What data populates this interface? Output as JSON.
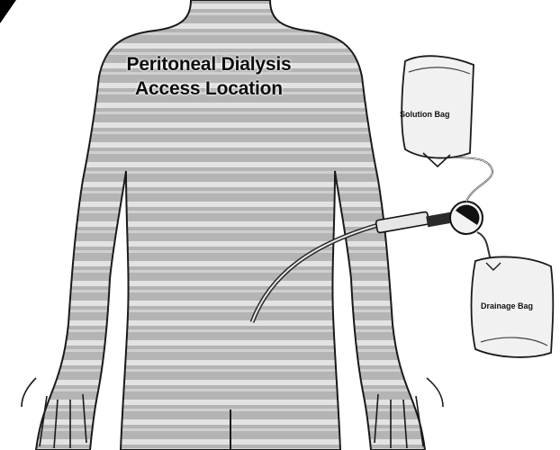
{
  "diagram": {
    "title_line1": "Peritoneal Dialysis",
    "title_line2": "Access Location",
    "labels": {
      "solution_bag": "Solution Bag",
      "drainage_bag": "Drainage Bag"
    }
  },
  "colors": {
    "body_fill": "#b8b8b8",
    "body_outline": "#1a1a1a",
    "stripe": "#e6e6e6",
    "bag_fill": "#f2f2f2",
    "tube": "#5a5a5a",
    "corner": "#000000"
  }
}
